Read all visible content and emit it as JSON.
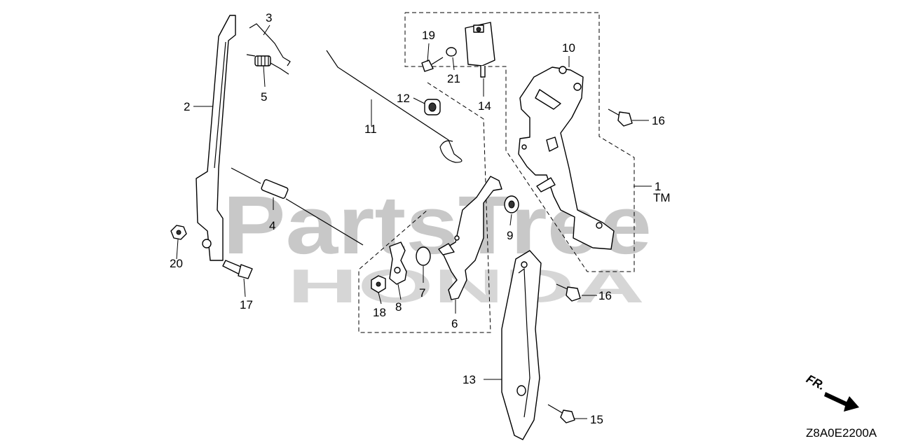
{
  "watermark": {
    "text": "PartsTree",
    "trademark": "TM",
    "sub_text": "HONDA"
  },
  "callouts": {
    "c1": "1",
    "c2": "2",
    "c3": "3",
    "c4": "4",
    "c5": "5",
    "c6": "6",
    "c7": "7",
    "c8": "8",
    "c9": "9",
    "c10": "10",
    "c11": "11",
    "c12": "12",
    "c13": "13",
    "c14": "14",
    "c15": "15",
    "c16a": "16",
    "c16b": "16",
    "c17": "17",
    "c18": "18",
    "c19": "19",
    "c20": "20",
    "c21": "21"
  },
  "direction_label": "FR.",
  "diagram_code": "Z8A0E2200A"
}
